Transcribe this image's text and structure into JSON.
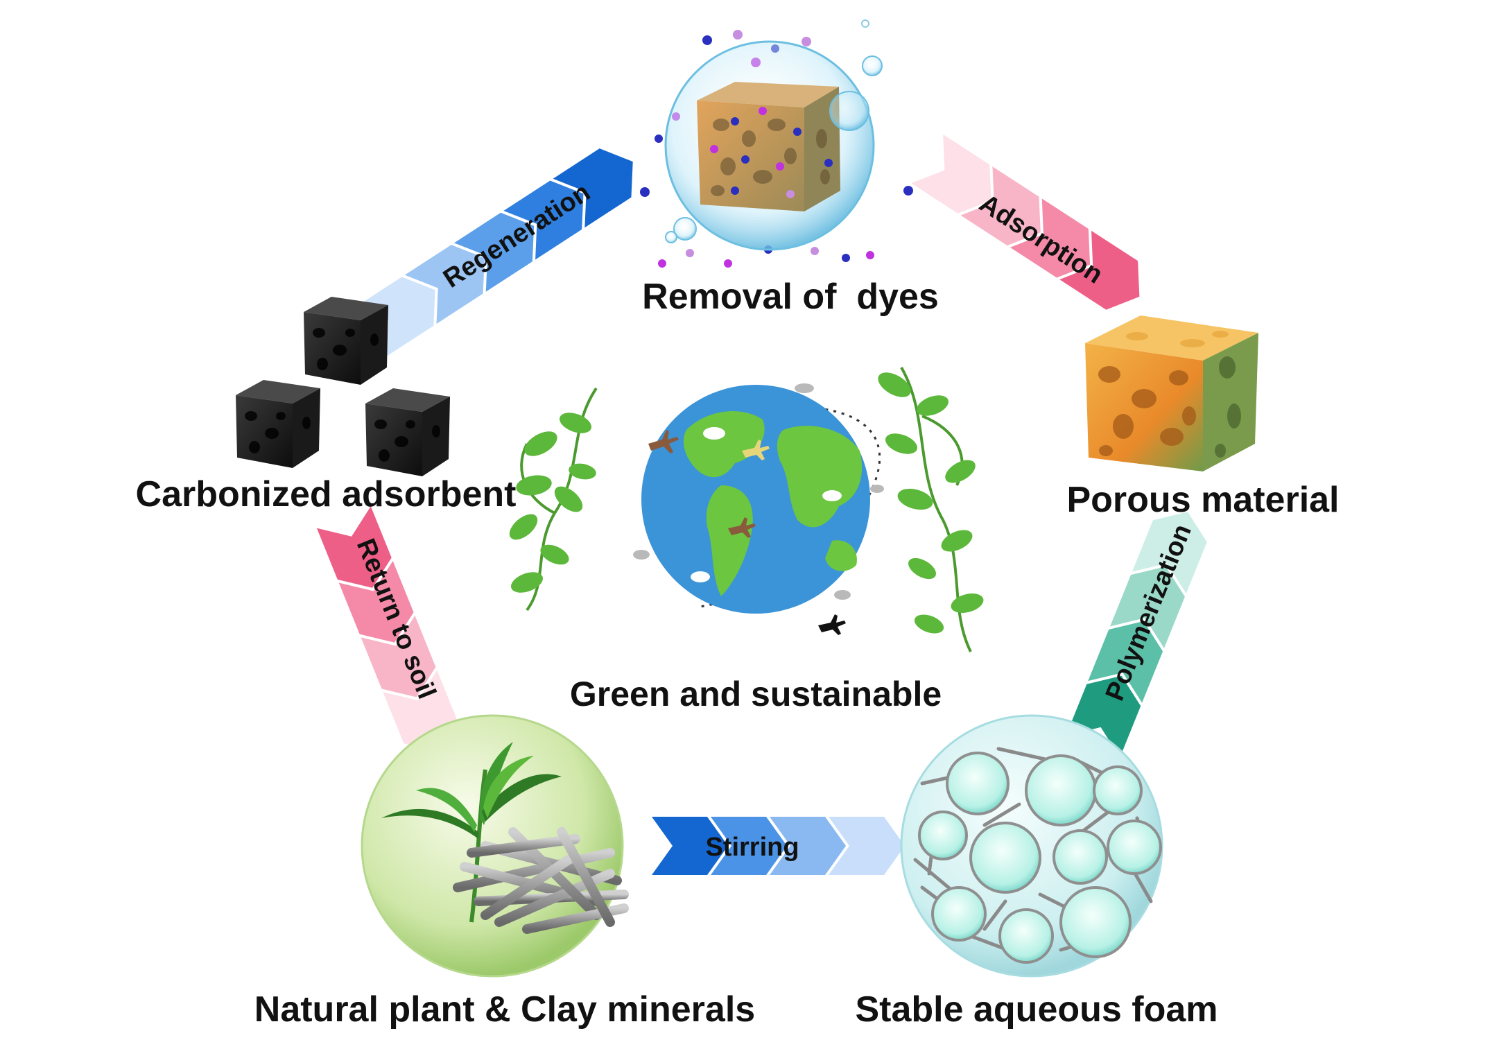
{
  "nodes": {
    "removal": {
      "label": "Removal of  dyes"
    },
    "porous": {
      "label": "Porous material"
    },
    "foam": {
      "label": "Stable aqueous foam"
    },
    "natural": {
      "label": "Natural plant & Clay minerals"
    },
    "carbon": {
      "label": "Carbonized adsorbent"
    }
  },
  "center": {
    "label": "Green and sustainable"
  },
  "arrows": {
    "adsorption": "Adsorption",
    "regeneration": "Regeneration",
    "return_to_soil": "Return to soil",
    "polymerization": "Polymerization",
    "stirring": "Stirring"
  },
  "colors": {
    "pink": "#f06a8f",
    "blue": "#1c6fdc",
    "teal": "#2fa88f",
    "earth_ocean": "#3b93d8",
    "earth_land": "#6cc63f",
    "leaf": "#5cb83a",
    "foam_bubble": "#c8f5ee",
    "dye_blue": "#2a2fbf",
    "dye_magenta": "#c032e0"
  }
}
